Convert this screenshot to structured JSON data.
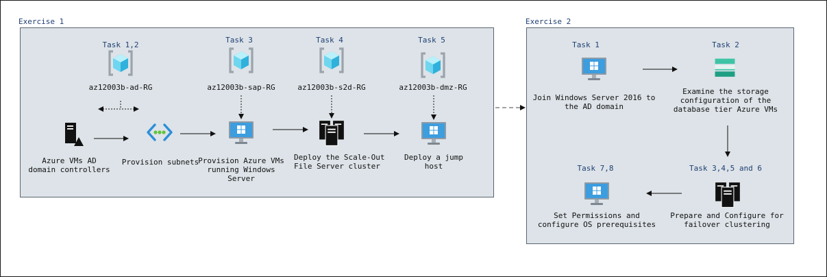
{
  "exercise1": {
    "title": "Exercise 1",
    "tasks": [
      {
        "task": "Task 1,2",
        "rg": "az12003b-ad-RG"
      },
      {
        "task": "Task 3",
        "rg": "az12003b-sap-RG"
      },
      {
        "task": "Task 4",
        "rg": "az12003b-s2d-RG"
      },
      {
        "task": "Task 5",
        "rg": "az12003b-dmz-RG"
      }
    ],
    "steps": [
      {
        "line1": "Azure VMs AD",
        "line2": "domain controllers",
        "line3": ""
      },
      {
        "line1": "Provision subnets",
        "line2": "",
        "line3": ""
      },
      {
        "line1": "Provision Azure VMs",
        "line2": "running Windows",
        "line3": "Server"
      },
      {
        "line1": "Deploy the Scale-Out",
        "line2": "File Server cluster",
        "line3": ""
      },
      {
        "line1": "Deploy a jump",
        "line2": "host",
        "line3": ""
      }
    ]
  },
  "exercise2": {
    "title": "Exercise 2",
    "steps": [
      {
        "task": "Task 1",
        "line1": "Join Windows Server 2016 to",
        "line2": "the AD domain",
        "line3": ""
      },
      {
        "task": "Task 2",
        "line1": "Examine the storage",
        "line2": "configuration of the",
        "line3": "database tier Azure VMs"
      },
      {
        "task": "Task 3,4,5 and 6",
        "line1": "Prepare and Configure for",
        "line2": "failover clustering",
        "line3": ""
      },
      {
        "task": "Task 7,8",
        "line1": "Set Permissions and",
        "line2": "configure OS prerequisites",
        "line3": ""
      }
    ]
  },
  "colors": {
    "panel": "#dde3e8",
    "task_text": "#1f3f73",
    "cube_light": "#a6e9f6",
    "cube_mid": "#50c7ea",
    "bracket": "#9ba3ab",
    "monitor_blue": "#2b8fd8",
    "storage_green": "#3ec4a5"
  },
  "icons": [
    "resource-group-icon",
    "server-icon",
    "virtual-network-icon",
    "virtual-machine-icon",
    "server-cluster-icon",
    "storage-disk-icon"
  ]
}
